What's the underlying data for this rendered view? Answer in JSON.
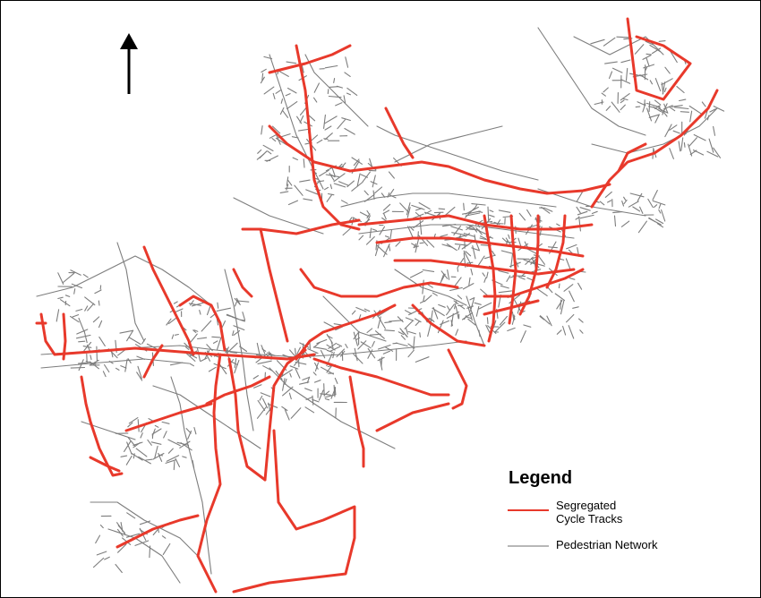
{
  "legend": {
    "title": "Legend",
    "items": [
      {
        "label_line1": "Segregated",
        "label_line2": "Cycle Tracks",
        "color": "#e8392b",
        "icon": "red-line-swatch"
      },
      {
        "label": "Pedestrian Network",
        "color": "#8c8c8c",
        "icon": "gray-line-swatch"
      }
    ]
  },
  "north_arrow": {
    "icon": "north-arrow-icon",
    "color": "#000000"
  },
  "colors": {
    "cycle_tracks": "#e8392b",
    "pedestrian_network": "#7d7d7d",
    "background": "#ffffff",
    "frame": "#000000"
  }
}
